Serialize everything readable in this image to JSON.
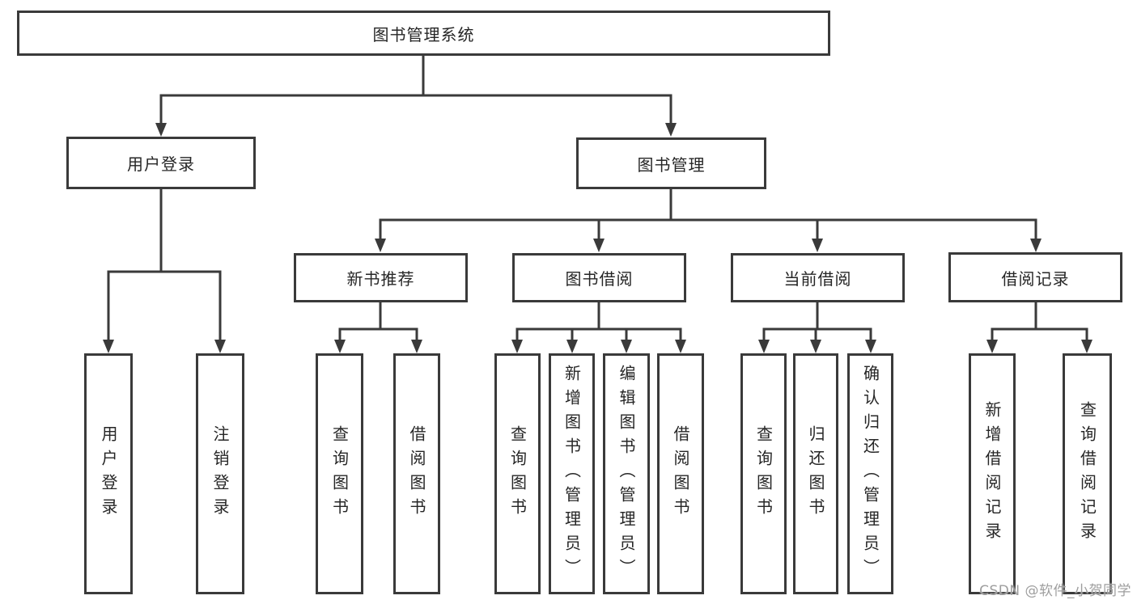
{
  "diagram": {
    "title_node": {
      "label": "图书管理系统"
    },
    "level2": [
      {
        "id": "user-login",
        "label": "用户登录"
      },
      {
        "id": "book-management",
        "label": "图书管理"
      }
    ],
    "level3": [
      {
        "id": "new-book-recommend",
        "label": "新书推荐"
      },
      {
        "id": "book-borrow",
        "label": "图书借阅"
      },
      {
        "id": "current-borrow",
        "label": "当前借阅"
      },
      {
        "id": "borrow-records",
        "label": "借阅记录"
      }
    ],
    "leaves": [
      {
        "id": "user-login-leaf",
        "label": "用户登录",
        "parent": "用户登录"
      },
      {
        "id": "logout-leaf",
        "label": "注销登录",
        "parent": "用户登录"
      },
      {
        "id": "query-books-recommend",
        "label": "查询图书",
        "parent": "新书推荐"
      },
      {
        "id": "borrow-books-recommend",
        "label": "借阅图书",
        "parent": "新书推荐"
      },
      {
        "id": "query-books-borrow",
        "label": "查询图书",
        "parent": "图书借阅"
      },
      {
        "id": "add-books-admin",
        "label": "新增图书（管理员）",
        "parent": "图书借阅"
      },
      {
        "id": "edit-books-admin",
        "label": "编辑图书（管理员）",
        "parent": "图书借阅"
      },
      {
        "id": "borrow-books-borrow",
        "label": "借阅图书",
        "parent": "图书借阅"
      },
      {
        "id": "query-books-current",
        "label": "查询图书",
        "parent": "当前借阅"
      },
      {
        "id": "return-books",
        "label": "归还图书",
        "parent": "当前借阅"
      },
      {
        "id": "confirm-return-admin",
        "label": "确认归还（管理员）",
        "parent": "当前借阅"
      },
      {
        "id": "add-borrow-record",
        "label": "新增借阅记录",
        "parent": "借阅记录"
      },
      {
        "id": "query-borrow-record",
        "label": "查询借阅记录",
        "parent": "借阅记录"
      }
    ]
  },
  "watermark": {
    "text": "CSDN @软件_小贺同学"
  },
  "colors": {
    "line": "#3a3a3a",
    "text": "#262626",
    "watermark_text": "#9e9e9e",
    "background": "#ffffff"
  }
}
